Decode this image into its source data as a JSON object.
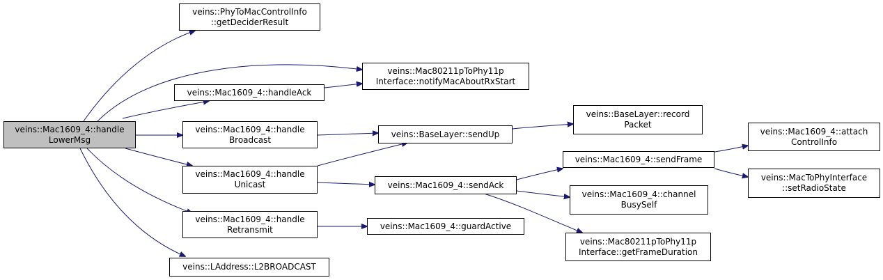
{
  "colors": {
    "edge": "#191970",
    "root_fill": "#bfbfbf",
    "node_fill": "#ffffff",
    "border": "#000000"
  },
  "nodes": {
    "root": {
      "line1": "veins::Mac1609_4::handle",
      "line2": "LowerMsg"
    },
    "phyToMacGetDecider": {
      "line1": "veins::PhyToMacControlInfo",
      "line2": "::getDeciderResult"
    },
    "notifyMacAboutRxStart": {
      "line1": "veins::Mac80211pToPhy11p",
      "line2": "Interface::notifyMacAboutRxStart"
    },
    "handleAck": {
      "line1": "veins::Mac1609_4::handleAck"
    },
    "handleBroadcast": {
      "line1": "veins::Mac1609_4::handle",
      "line2": "Broadcast"
    },
    "handleUnicast": {
      "line1": "veins::Mac1609_4::handle",
      "line2": "Unicast"
    },
    "handleRetransmit": {
      "line1": "veins::Mac1609_4::handle",
      "line2": "Retransmit"
    },
    "l2broadcast": {
      "line1": "veins::LAddress::L2BROADCAST"
    },
    "sendUp": {
      "line1": "veins::BaseLayer::sendUp"
    },
    "recordPacket": {
      "line1": "veins::BaseLayer::record",
      "line2": "Packet"
    },
    "sendAck": {
      "line1": "veins::Mac1609_4::sendAck"
    },
    "guardActive": {
      "line1": "veins::Mac1609_4::guardActive"
    },
    "sendFrame": {
      "line1": "veins::Mac1609_4::sendFrame"
    },
    "channelBusySelf": {
      "line1": "veins::Mac1609_4::channel",
      "line2": "BusySelf"
    },
    "getFrameDuration": {
      "line1": "veins::Mac80211pToPhy11p",
      "line2": "Interface::getFrameDuration"
    },
    "attachControlInfo": {
      "line1": "veins::Mac1609_4::attach",
      "line2": "ControlInfo"
    },
    "setRadioState": {
      "line1": "veins::MacToPhyInterface",
      "line2": "::setRadioState"
    }
  }
}
